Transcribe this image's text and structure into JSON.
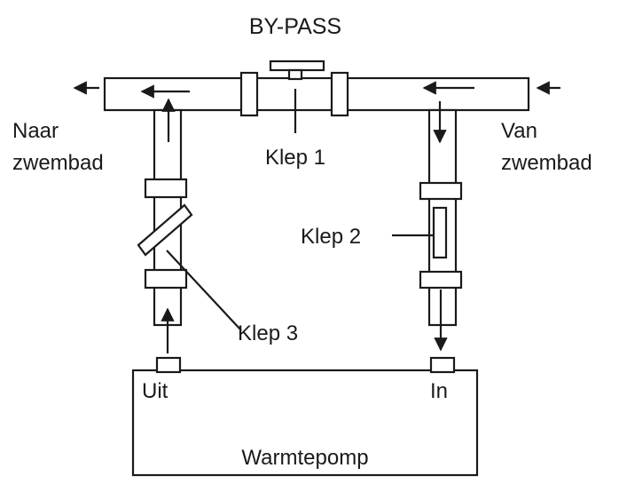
{
  "labels": {
    "bypass": "BY-PASS",
    "naar_line1": "Naar",
    "naar_line2": "zwembad",
    "van_line1": "Van",
    "van_line2": "zwembad",
    "klep1": "Klep 1",
    "klep2": "Klep 2",
    "klep3": "Klep 3",
    "uit": "Uit",
    "in": "In",
    "warmtepomp": "Warmtepomp"
  },
  "colors": {
    "stroke": "#1a1a1a",
    "background": "#ffffff"
  }
}
